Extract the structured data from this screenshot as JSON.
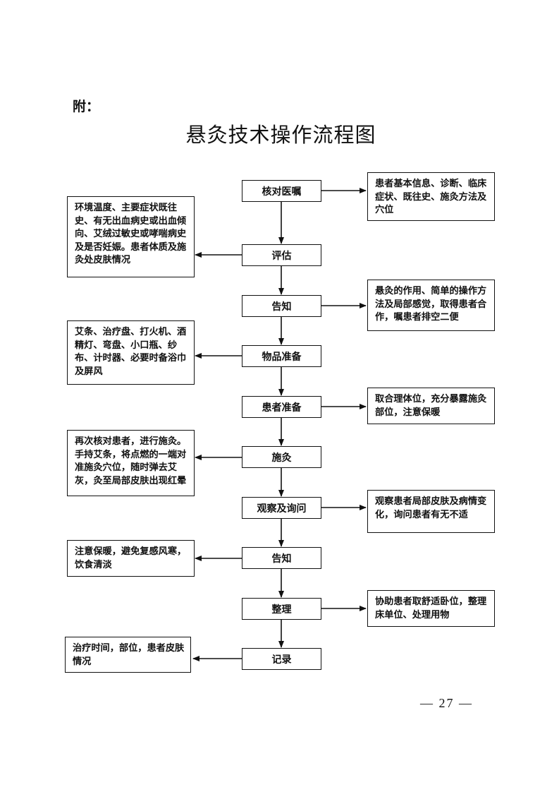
{
  "appendix_label": "附：",
  "title": "悬灸技术操作流程图",
  "steps": [
    {
      "label": "核对医嘱",
      "note": "患者基本信息、诊断、临床症状、既往史、施灸方法及穴位",
      "note_side": "right"
    },
    {
      "label": "评估",
      "note": "环境温度、主要症状既往史、有无出血病史或出血倾向、艾绒过敏史或哮喘病史及是否妊娠。患者体质及施灸处皮肤情况",
      "note_side": "left"
    },
    {
      "label": "告知",
      "note": "悬灸的作用、简单的操作方法及局部感觉，取得患者合作，嘱患者排空二便",
      "note_side": "right"
    },
    {
      "label": "物品准备",
      "note": "艾条、治疗盘、打火机、酒精灯、弯盘、小口瓶、纱布、计时器、必要时备浴巾及屏风",
      "note_side": "left"
    },
    {
      "label": "患者准备",
      "note": "取合理体位，充分暴露施灸部位，注意保暖",
      "note_side": "right"
    },
    {
      "label": "施灸",
      "note": "再次核对患者，进行施灸。手持艾条，将点燃的一端对准施灸穴位，随时弹去艾灰，灸至局部皮肤出现红晕",
      "note_side": "left"
    },
    {
      "label": "观察及询问",
      "note": "观察患者局部皮肤及病情变化，询问患者有无不适",
      "note_side": "right"
    },
    {
      "label": "告知",
      "note": "注意保暖，避免复感风寒，饮食清淡",
      "note_side": "left"
    },
    {
      "label": "整理",
      "note": "协助患者取舒适卧位，整理床单位、处理用物",
      "note_side": "right"
    },
    {
      "label": "记录",
      "note": "治疗时间，部位，患者皮肤情况",
      "note_side": "left"
    }
  ],
  "page_number": "— 27 —"
}
